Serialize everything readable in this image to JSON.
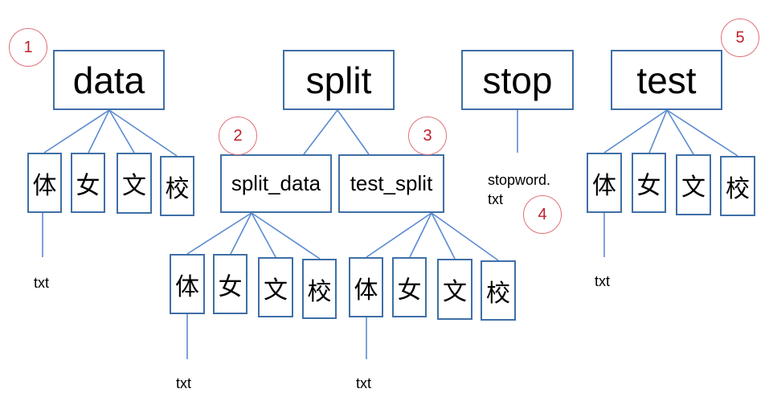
{
  "colors": {
    "box_border": "#3f6fa6",
    "line": "#5b8bd0",
    "circle_border": "#e0707a",
    "circle_text": "#c0202a"
  },
  "nodes": {
    "data": "data",
    "split": "split",
    "stop": "stop",
    "test": "test",
    "split_data": "split_data",
    "test_split": "test_split"
  },
  "chars": [
    "体",
    "女",
    "文",
    "校"
  ],
  "txt_label": "txt",
  "stopword_line1": "stopword.",
  "stopword_line2": "txt",
  "circles": [
    "1",
    "2",
    "3",
    "4",
    "5"
  ]
}
